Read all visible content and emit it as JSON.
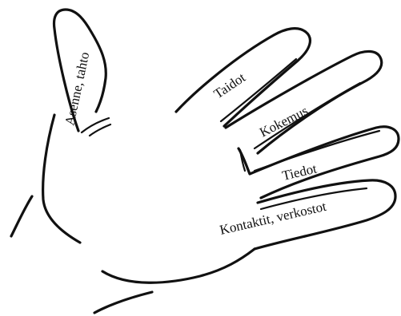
{
  "diagram": {
    "labels": {
      "thumb": "Asenne, tahto",
      "index_finger": "Taidot",
      "middle_finger": "Kokemus",
      "ring_finger": "Tiedot",
      "little_finger": "Kontaktit, verkostot"
    },
    "colors": {
      "line": "#111111",
      "background": "#ffffff"
    }
  }
}
